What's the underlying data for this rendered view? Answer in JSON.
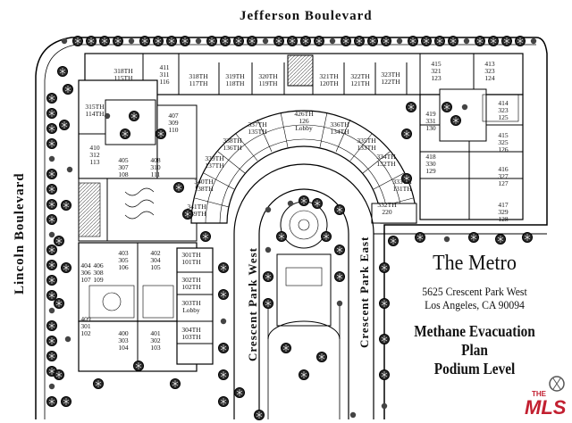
{
  "streets": {
    "north": "Jefferson Boulevard",
    "west": "Lincoln Boulevard",
    "crescent_west": "Crescent Park West",
    "crescent_east": "Crescent Park East"
  },
  "info": {
    "title": "The Metro",
    "address_line1": "5625 Crescent Park West",
    "address_line2": "Los Angeles, CA 90094",
    "plan_line1": "Methane Evacuation Plan",
    "plan_line2": "Podium Level"
  },
  "logo": {
    "top": "THE",
    "main": "MLS"
  },
  "units": {
    "u318_115": "318TH\n115TH",
    "u411": "411\n311\n116",
    "u318_117": "318TH\n117TH",
    "u319": "319TH\n118TH",
    "u320": "320TH\n119TH",
    "u321": "321TH\n120TH",
    "u322": "322TH\n121TH",
    "u323": "323TH\n122TH",
    "u415": "415\n321\n123",
    "u413": "413\n323\n124",
    "u315": "315TH\n114TH",
    "u407": "407\n309\n110",
    "u419": "419\n331\n130",
    "u414": "414\n323\n125",
    "u337": "337TH\n135TH",
    "u426": "426TH\n126\nLobby",
    "u336": "336TH\n134TH",
    "u410": "410\n312\n113",
    "u338": "338TH\n136TH",
    "u335": "335TH\n133TH",
    "u415b": "415\n325\n126",
    "u339": "339TH\n137TH",
    "u334": "334TH\n132TH",
    "u418": "418\n330\n129",
    "u405": "405\n307\n108",
    "u408": "408\n310\n111",
    "u416": "416\n327\n127",
    "u340": "340TH\n138TH",
    "u333": "333TH\n131TH",
    "u341": "341TH\n139TH",
    "u332": "332TH\n220",
    "u417": "417\n329\n128",
    "u403": "403\n305\n106",
    "u402": "402\n304\n105",
    "u301": "301TH\n101TH",
    "u404": "404\n306\n107",
    "u406": "406\n308\n109",
    "u302": "302TH\n102TH",
    "u303": "303TH\nLobby",
    "u409": "409\n301\n102",
    "u401": "401\n302\n103",
    "u400": "400\n303\n104",
    "u304": "304TH\n103TH"
  }
}
